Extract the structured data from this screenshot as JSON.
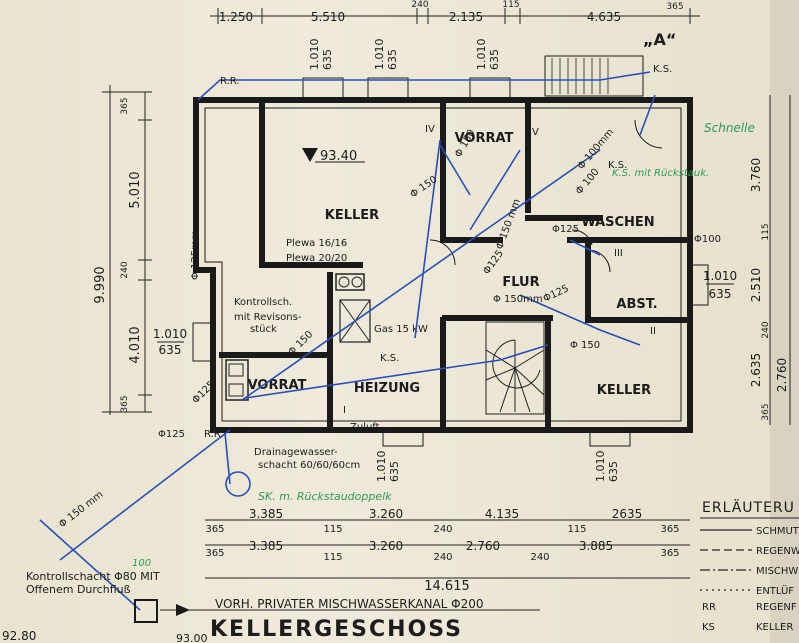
{
  "plan": {
    "title": "KELLERGESCHOSS",
    "north_mark": "„A“",
    "dims_top": [
      "1.250",
      "5.510",
      "240",
      "2.135",
      "115",
      "4.635",
      "365"
    ],
    "dims_left": [
      "365",
      "5.010",
      "9.990",
      "240",
      "4.010",
      "365"
    ],
    "dims_left_bottom": [
      "1.010",
      "635"
    ],
    "dims_right": [
      "3.760",
      "115",
      "2.510",
      "240",
      "2.635",
      "2.760",
      "365"
    ],
    "dims_bottom_row1": [
      "365",
      "3.385",
      "115",
      "3.260",
      "240",
      "4.135",
      "115",
      "2635",
      "365"
    ],
    "dims_bottom_row2": [
      "365",
      "3.385",
      "115",
      "3.260",
      "240",
      "2.760",
      "240",
      "3.885",
      "365"
    ],
    "dims_total": "14.615",
    "window_dims": [
      "1.010",
      "635"
    ],
    "rooms": {
      "keller_left": "KELLER",
      "vorrat_top": "VORRAT",
      "waschen": "WASCHEN",
      "flur": "FLUR",
      "abst": "ABST.",
      "keller_right": "KELLER",
      "heizung": "HEIZUNG",
      "vorrat_bottom": "VORRAT"
    },
    "level": "93.40",
    "plewa1": "Plewa 16/16",
    "plewa2": "Plewa 20/20",
    "kontroll": "Kontrollsch.",
    "revision1": "mit Revisons-",
    "revision2": "stück",
    "gas": "Gas 15 kW",
    "zuluft": "Zuluft",
    "drain1": "Drainagewasser-",
    "drain2": "schacht 60/60/60cm",
    "kontrollschacht1": "Kontrollschacht Φ80 MIT",
    "kontrollschacht2": "Offenem Durchfluß",
    "kanal": "VORH. PRIVATER MISCHWASSERKANAL Φ200",
    "elev_left": "92.80",
    "elev_mid": "93.00",
    "diam_125mm": "Φ 125mm",
    "diam_150mm": "Φ 150 mm",
    "diam_150": "Φ 150",
    "diam_125": "Φ125",
    "diam_100": "Φ 100",
    "diam_100mm": "Φ 100mm",
    "diam_150mm_flur": "Φ 150mm",
    "ks": "K.S.",
    "rr": "R.R.",
    "roman": [
      "IV",
      "V",
      "III",
      "II",
      "I"
    ]
  },
  "legend": {
    "title": "ERLÄUTERU",
    "items": [
      "SCHMUT",
      "REGENW",
      "MISCHW",
      "ENTLÜF",
      "REGENF",
      "KELLER"
    ],
    "abbr": [
      "RR",
      "KS"
    ]
  },
  "annotations": {
    "green_schnelle": "Schnelle",
    "green_ks_mit": "K.S. mit Rückstauk.",
    "green_sk": "SK. m. Rückstaudoppelk",
    "green_100": "100",
    "blue_100": "Φ100"
  }
}
